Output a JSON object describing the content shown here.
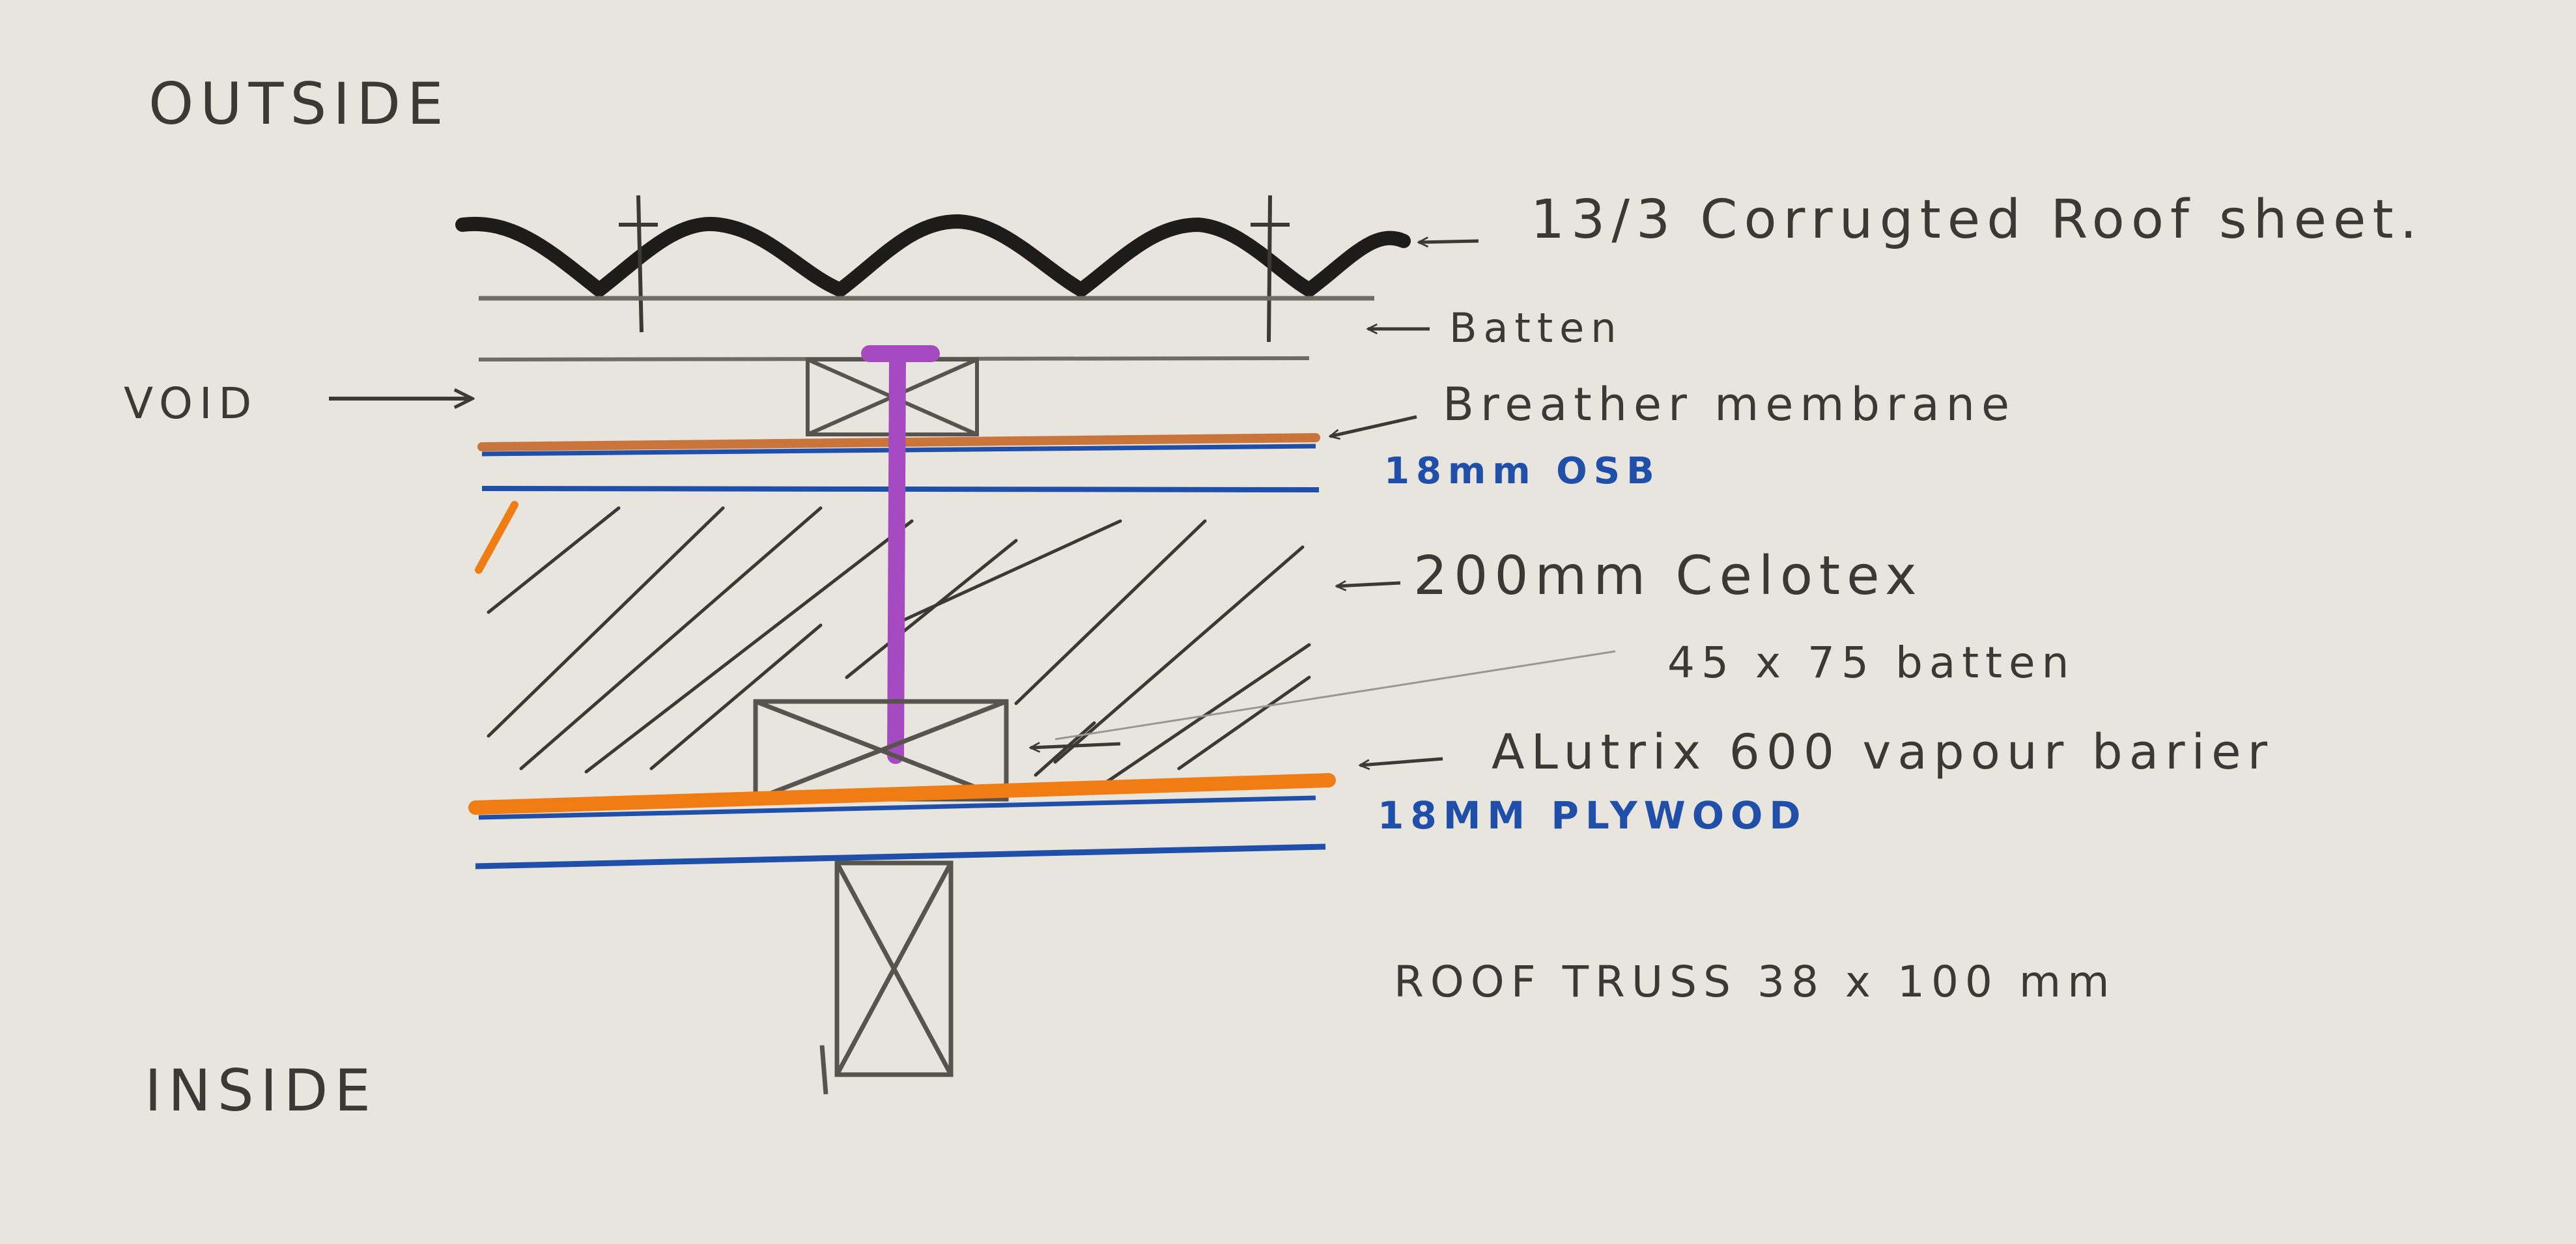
{
  "labels": {
    "outside": "OUTSIDE",
    "inside": "INSIDE",
    "void": "VOID",
    "roof_sheet": "13/3 Corrugted Roof sheet.",
    "batten_top": "Batten",
    "breather": "Breather membrane",
    "osb": "18mm OSB",
    "celotex": "200mm Celotex",
    "batten_mid": "45 x 75 batten",
    "vapour": "ALutrix 600 vapour barier",
    "plywood": "18MM PLYWOOD",
    "truss": "ROOF TRUSS 38 x 100 mm"
  },
  "colors": {
    "paper": "#e8e5df",
    "pencil": "#3b3835",
    "ink_blue": "#1f4fa8",
    "membrane_orange": "#c8743a",
    "vapour_orange": "#f07c14",
    "fixing_purple": "#a64ac2"
  }
}
